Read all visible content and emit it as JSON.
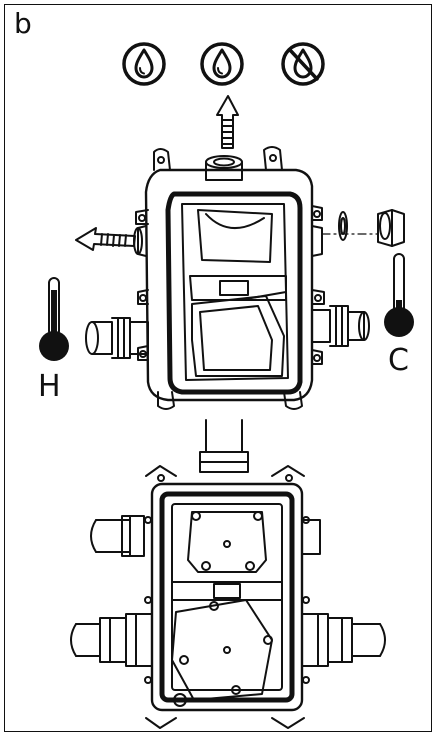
{
  "figure": {
    "panel_label": "b",
    "hot_label": "H",
    "cold_label": "C",
    "icons": [
      "water-drop-icon",
      "water-drop-icon",
      "no-water-icon"
    ],
    "colors": {
      "line": "#111111",
      "fill_dark": "#111111",
      "background": "#ffffff"
    }
  }
}
